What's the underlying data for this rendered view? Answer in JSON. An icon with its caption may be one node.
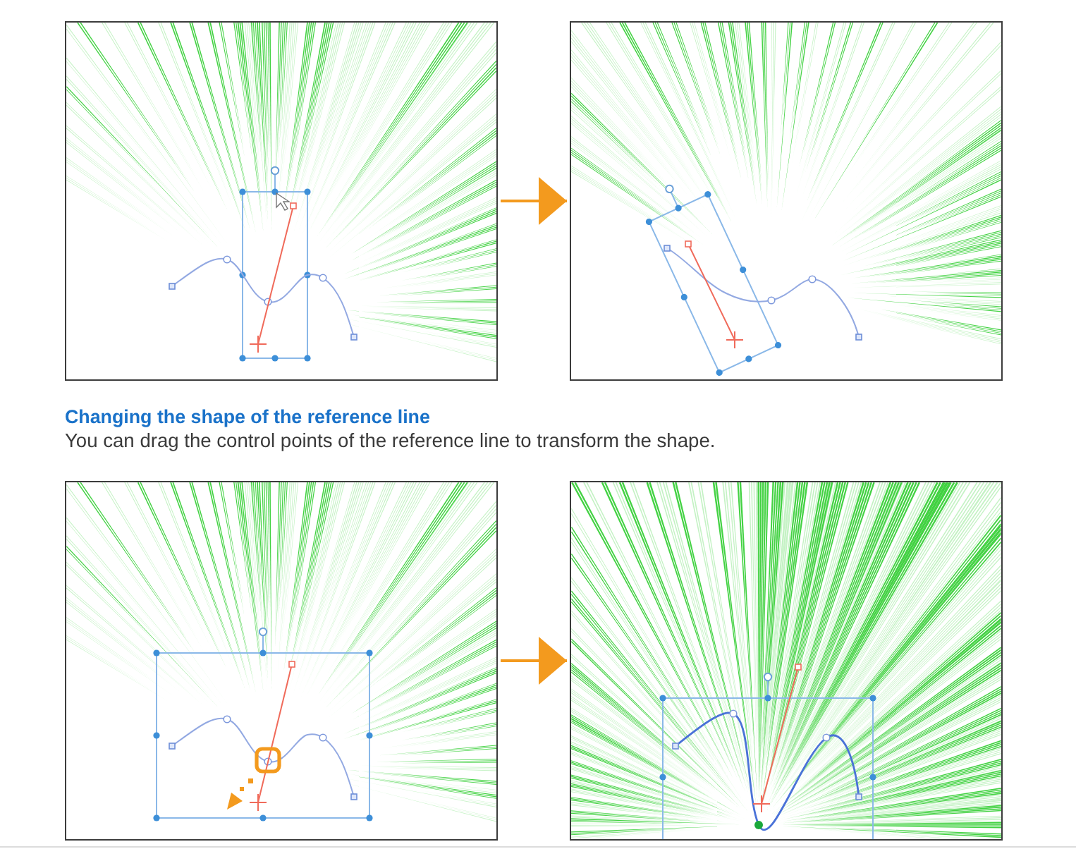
{
  "diagram": {
    "nodes": [
      {
        "text": [],
        "shape": "picture"
      },
      {
        "text": [],
        "shape": "picture"
      },
      {
        "text": [],
        "shape": "picture"
      },
      {
        "text": [],
        "shape": "picture"
      }
    ],
    "edges": [
      {
        "from": 0,
        "to": 1,
        "arrow": "to"
      },
      {
        "from": 2,
        "to": 3,
        "arrow": "to"
      }
    ],
    "labels": [
      "Changing the shape of the reference line",
      "You can drag the control points of the reference line to transform the shape."
    ]
  }
}
